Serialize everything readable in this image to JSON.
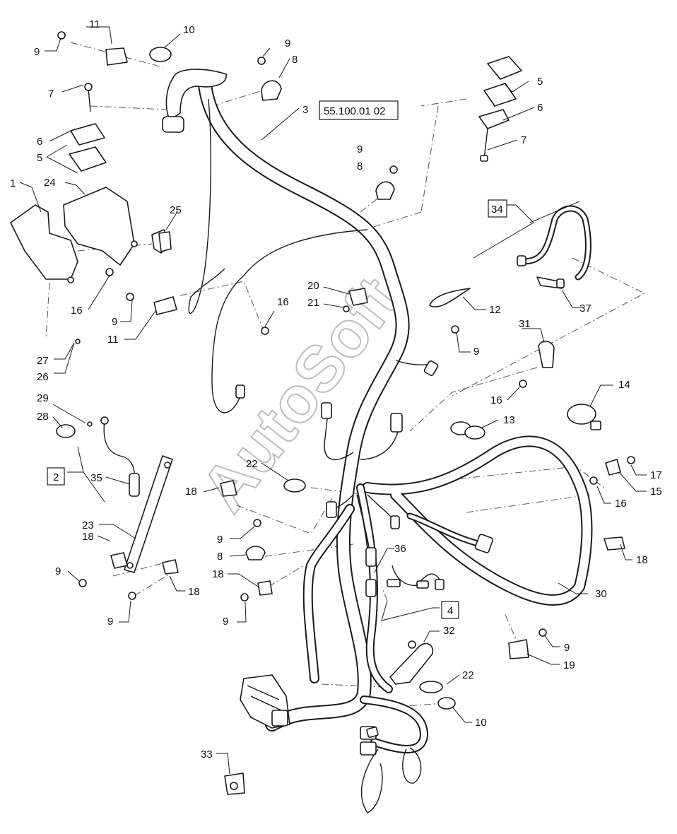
{
  "watermark": "AutoSoft",
  "ref_boxes": [
    {
      "id": "55.100.01 02"
    },
    {
      "id": "34"
    },
    {
      "id": "2"
    },
    {
      "id": "4"
    }
  ],
  "callouts": [
    {
      "id": "11",
      "leader": "to-clip"
    },
    {
      "id": "10",
      "leader": "to-clamp"
    },
    {
      "id": "9"
    },
    {
      "id": "9"
    },
    {
      "id": "8"
    },
    {
      "id": "3"
    },
    {
      "id": "7"
    },
    {
      "id": "6"
    },
    {
      "id": "5"
    },
    {
      "id": "1"
    },
    {
      "id": "24"
    },
    {
      "id": "25"
    },
    {
      "id": "16"
    },
    {
      "id": "9"
    },
    {
      "id": "11"
    },
    {
      "id": "27"
    },
    {
      "id": "26"
    },
    {
      "id": "29"
    },
    {
      "id": "28"
    },
    {
      "id": "35"
    },
    {
      "id": "20"
    },
    {
      "id": "21"
    },
    {
      "id": "16"
    },
    {
      "id": "12"
    },
    {
      "id": "9"
    },
    {
      "id": "31"
    },
    {
      "id": "16"
    },
    {
      "id": "14"
    },
    {
      "id": "13"
    },
    {
      "id": "17"
    },
    {
      "id": "15"
    },
    {
      "id": "16"
    },
    {
      "id": "22"
    },
    {
      "id": "18"
    },
    {
      "id": "9"
    },
    {
      "id": "8"
    },
    {
      "id": "18"
    },
    {
      "id": "9"
    },
    {
      "id": "23"
    },
    {
      "id": "18"
    },
    {
      "id": "9"
    },
    {
      "id": "18"
    },
    {
      "id": "9"
    },
    {
      "id": "36"
    },
    {
      "id": "18"
    },
    {
      "id": "30"
    },
    {
      "id": "32"
    },
    {
      "id": "9"
    },
    {
      "id": "19"
    },
    {
      "id": "22"
    },
    {
      "id": "10"
    },
    {
      "id": "33"
    },
    {
      "id": "5"
    },
    {
      "id": "6"
    },
    {
      "id": "7"
    },
    {
      "id": "9"
    },
    {
      "id": "8"
    },
    {
      "id": "37"
    }
  ]
}
